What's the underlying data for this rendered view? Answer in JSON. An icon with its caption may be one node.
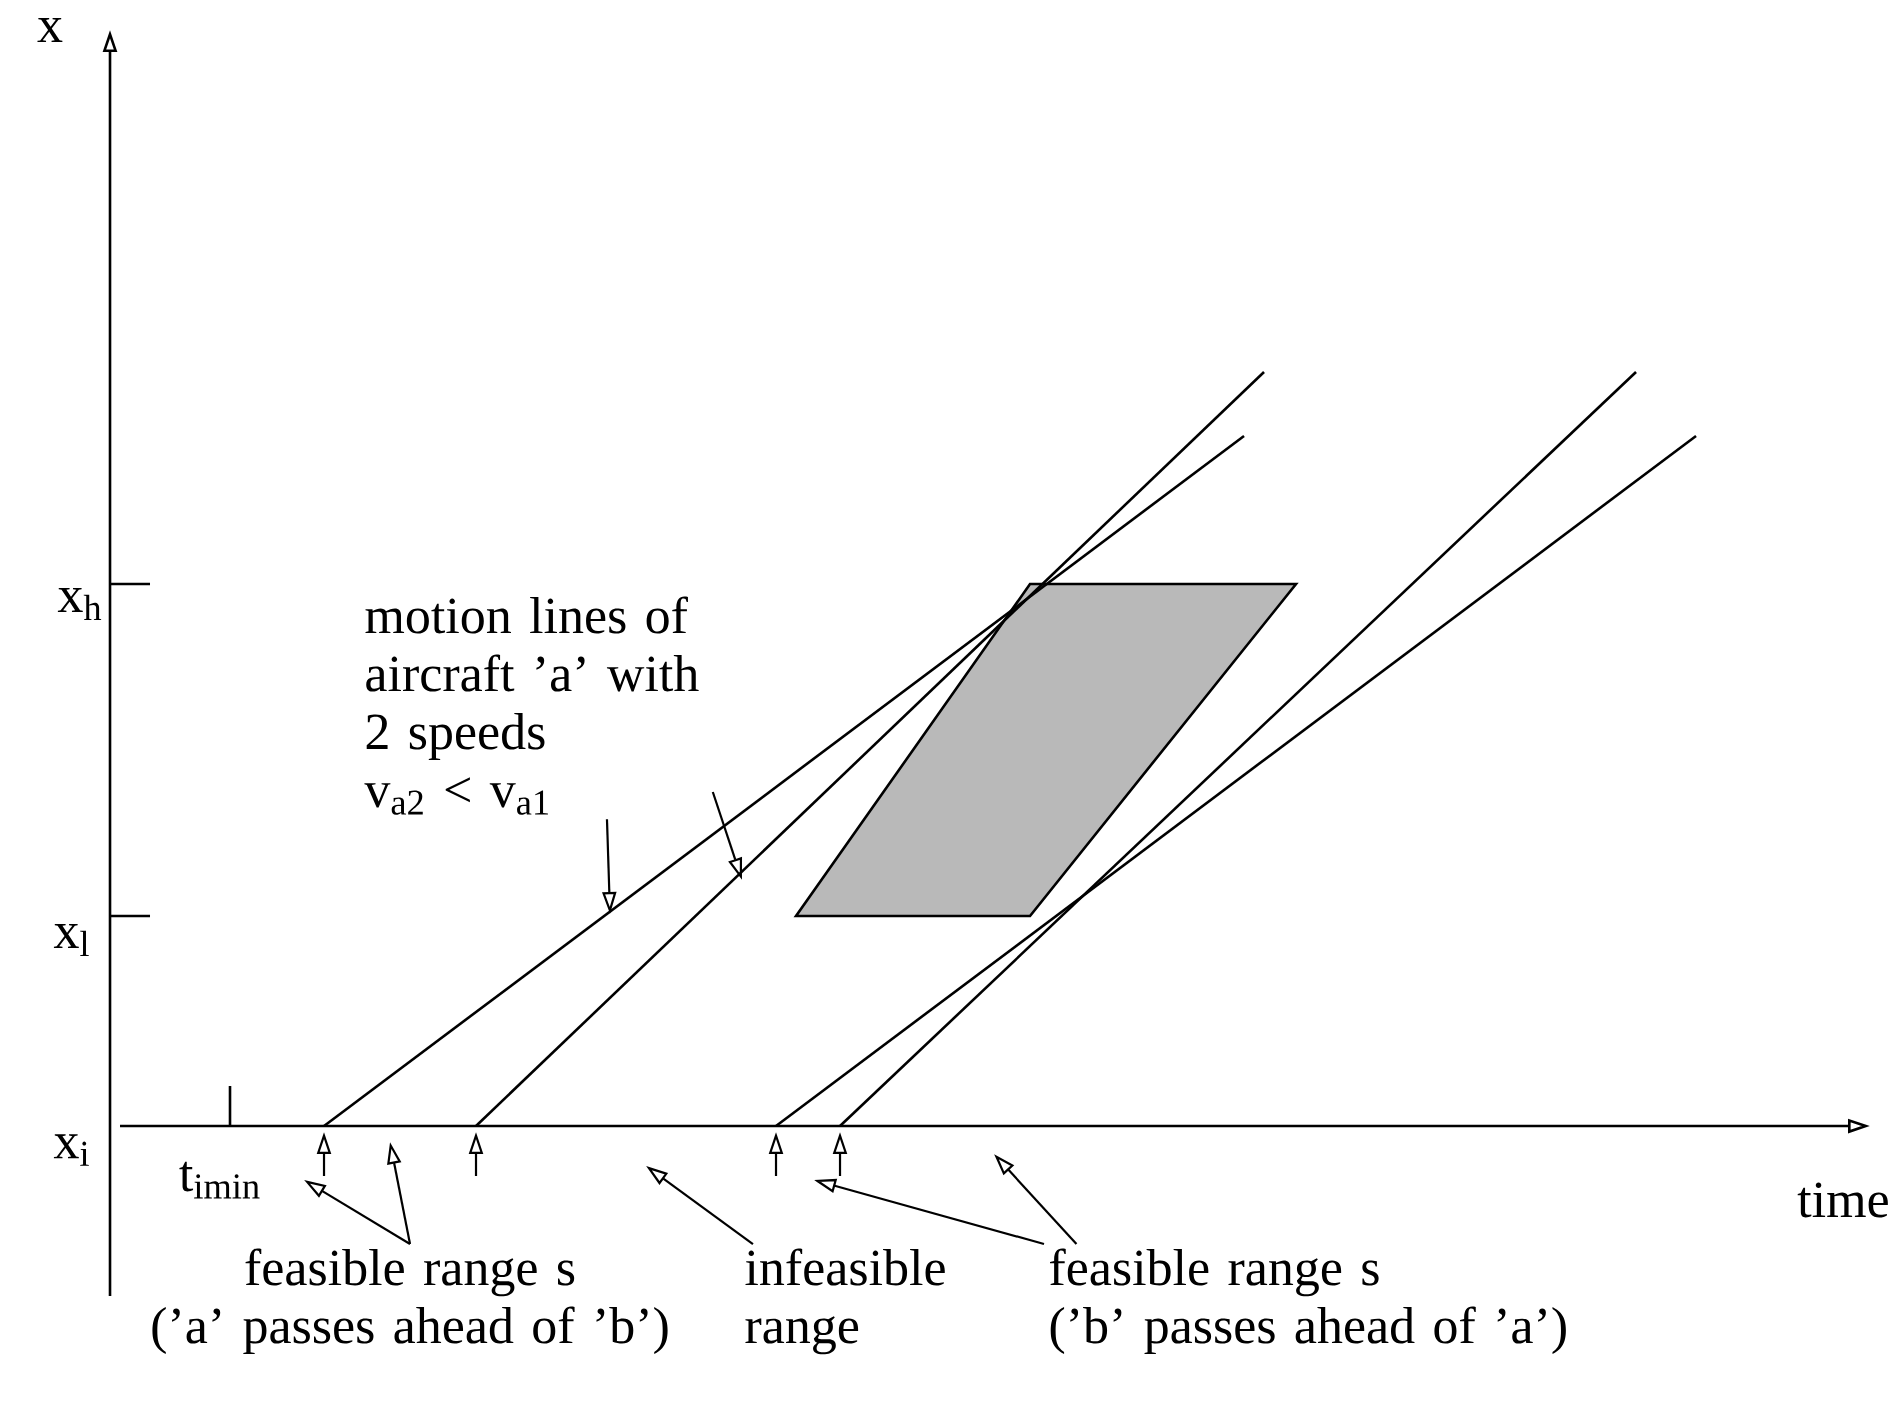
{
  "diagram": {
    "nodes": [
      {
        "text": [
          "motion lines of aircraft ’a’ with 2 speeds",
          "v$_{a2}$ < v$_{a1}$"
        ]
      },
      {
        "text": [
          "feasible range s",
          "(’a’ passes ahead of ’b’)"
        ]
      },
      {
        "text": [
          "infeasible range"
        ]
      },
      {
        "text": [
          "feasible range s",
          "(’b’ passes ahead of ’a’)"
        ]
      }
    ],
    "edges": [
      {
        "from": 0,
        "to": null,
        "arrow": "to"
      },
      {
        "from": 0,
        "to": null,
        "arrow": "to"
      },
      {
        "from": 1,
        "to": null,
        "arrow": "to"
      },
      {
        "from": 1,
        "to": null,
        "arrow": "to"
      },
      {
        "from": 2,
        "to": null,
        "arrow": "to"
      },
      {
        "from": 3,
        "to": null,
        "arrow": "to"
      },
      {
        "from": 3,
        "to": null,
        "arrow": "to"
      }
    ],
    "labels": [
      "x",
      "x$_{h}$",
      "x$_{l}$",
      "x$_{i}$",
      "t$_{imin}$",
      "time"
    ]
  }
}
